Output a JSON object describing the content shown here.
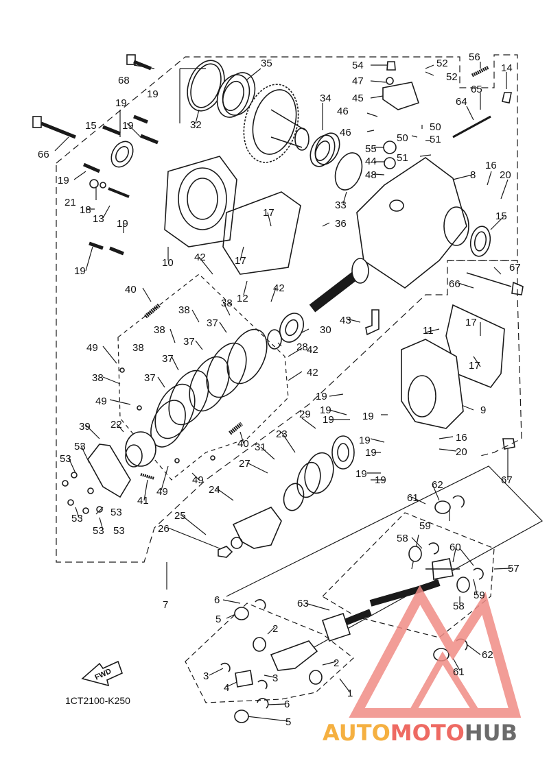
{
  "diagram": {
    "reference_code": "1CT2100-K250",
    "fwd_label": "FWD",
    "watermark": {
      "part1": "AUTO",
      "part2": "MOTO",
      "part3": "HUB",
      "colors": {
        "auto": "#f5b041",
        "moto": "#ee6a63",
        "hub": "#6b6b6b",
        "logo": "#f08c86"
      }
    },
    "line_color": "#1a1a1a"
  },
  "labels": [
    {
      "id": "68",
      "t": "68"
    },
    {
      "id": "35",
      "t": "35"
    },
    {
      "id": "32",
      "t": "32"
    },
    {
      "id": "19a",
      "t": "19"
    },
    {
      "id": "19b",
      "t": "19"
    },
    {
      "id": "19c",
      "t": "19"
    },
    {
      "id": "15a",
      "t": "15"
    },
    {
      "id": "66a",
      "t": "66"
    },
    {
      "id": "34",
      "t": "34"
    },
    {
      "id": "54",
      "t": "54"
    },
    {
      "id": "52a",
      "t": "52"
    },
    {
      "id": "52b",
      "t": "52"
    },
    {
      "id": "56",
      "t": "56"
    },
    {
      "id": "14",
      "t": "14"
    },
    {
      "id": "47",
      "t": "47"
    },
    {
      "id": "45",
      "t": "45"
    },
    {
      "id": "65",
      "t": "65"
    },
    {
      "id": "64",
      "t": "64"
    },
    {
      "id": "46a",
      "t": "46"
    },
    {
      "id": "46b",
      "t": "46"
    },
    {
      "id": "50a",
      "t": "50"
    },
    {
      "id": "50b",
      "t": "50"
    },
    {
      "id": "51a",
      "t": "51"
    },
    {
      "id": "51b",
      "t": "51"
    },
    {
      "id": "55",
      "t": "55"
    },
    {
      "id": "44",
      "t": "44"
    },
    {
      "id": "48",
      "t": "48"
    },
    {
      "id": "16a",
      "t": "16"
    },
    {
      "id": "20a",
      "t": "20"
    },
    {
      "id": "8",
      "t": "8"
    },
    {
      "id": "19d",
      "t": "19"
    },
    {
      "id": "21",
      "t": "21"
    },
    {
      "id": "18",
      "t": "18"
    },
    {
      "id": "13",
      "t": "13"
    },
    {
      "id": "17a",
      "t": "17"
    },
    {
      "id": "17b",
      "t": "17"
    },
    {
      "id": "33",
      "t": "33"
    },
    {
      "id": "36",
      "t": "36"
    },
    {
      "id": "15b",
      "t": "15"
    },
    {
      "id": "19e",
      "t": "19"
    },
    {
      "id": "19f",
      "t": "19"
    },
    {
      "id": "10",
      "t": "10"
    },
    {
      "id": "42a",
      "t": "42"
    },
    {
      "id": "12",
      "t": "12"
    },
    {
      "id": "67a",
      "t": "67"
    },
    {
      "id": "66b",
      "t": "66"
    },
    {
      "id": "40a",
      "t": "40"
    },
    {
      "id": "42b",
      "t": "42"
    },
    {
      "id": "38a",
      "t": "38"
    },
    {
      "id": "43",
      "t": "43"
    },
    {
      "id": "17c",
      "t": "17"
    },
    {
      "id": "11",
      "t": "11"
    },
    {
      "id": "38b",
      "t": "38"
    },
    {
      "id": "37a",
      "t": "37"
    },
    {
      "id": "30",
      "t": "30"
    },
    {
      "id": "38c",
      "t": "38"
    },
    {
      "id": "28",
      "t": "28"
    },
    {
      "id": "49a",
      "t": "49"
    },
    {
      "id": "37b",
      "t": "37"
    },
    {
      "id": "38d",
      "t": "38"
    },
    {
      "id": "42c",
      "t": "42"
    },
    {
      "id": "17d",
      "t": "17"
    },
    {
      "id": "37c",
      "t": "37"
    },
    {
      "id": "38e",
      "t": "38"
    },
    {
      "id": "42d",
      "t": "42"
    },
    {
      "id": "37d",
      "t": "37"
    },
    {
      "id": "19g",
      "t": "19"
    },
    {
      "id": "49b",
      "t": "49"
    },
    {
      "id": "19h",
      "t": "19"
    },
    {
      "id": "19i",
      "t": "19"
    },
    {
      "id": "9",
      "t": "9"
    },
    {
      "id": "39",
      "t": "39"
    },
    {
      "id": "22",
      "t": "22"
    },
    {
      "id": "29",
      "t": "29"
    },
    {
      "id": "19j",
      "t": "19"
    },
    {
      "id": "40b",
      "t": "40"
    },
    {
      "id": "23",
      "t": "23"
    },
    {
      "id": "19k",
      "t": "19"
    },
    {
      "id": "16b",
      "t": "16"
    },
    {
      "id": "53a",
      "t": "53"
    },
    {
      "id": "53b",
      "t": "53"
    },
    {
      "id": "31",
      "t": "31"
    },
    {
      "id": "19l",
      "t": "19"
    },
    {
      "id": "20b",
      "t": "20"
    },
    {
      "id": "27",
      "t": "27"
    },
    {
      "id": "19m",
      "t": "19"
    },
    {
      "id": "49c",
      "t": "49"
    },
    {
      "id": "49d",
      "t": "49"
    },
    {
      "id": "41",
      "t": "41"
    },
    {
      "id": "19n",
      "t": "19"
    },
    {
      "id": "67b",
      "t": "67"
    },
    {
      "id": "24",
      "t": "24"
    },
    {
      "id": "62a",
      "t": "62"
    },
    {
      "id": "61a",
      "t": "61"
    },
    {
      "id": "53c",
      "t": "53"
    },
    {
      "id": "53d",
      "t": "53"
    },
    {
      "id": "53e",
      "t": "53"
    },
    {
      "id": "25",
      "t": "25"
    },
    {
      "id": "59a",
      "t": "59"
    },
    {
      "id": "53f",
      "t": "53"
    },
    {
      "id": "26",
      "t": "26"
    },
    {
      "id": "58a",
      "t": "58"
    },
    {
      "id": "60",
      "t": "60"
    },
    {
      "id": "57",
      "t": "57"
    },
    {
      "id": "59b",
      "t": "59"
    },
    {
      "id": "7",
      "t": "7"
    },
    {
      "id": "58b",
      "t": "58"
    },
    {
      "id": "6a",
      "t": "6"
    },
    {
      "id": "63",
      "t": "63"
    },
    {
      "id": "5a",
      "t": "5"
    },
    {
      "id": "2a",
      "t": "2"
    },
    {
      "id": "62b",
      "t": "62"
    },
    {
      "id": "61b",
      "t": "61"
    },
    {
      "id": "2b",
      "t": "2"
    },
    {
      "id": "3a",
      "t": "3"
    },
    {
      "id": "3b",
      "t": "3"
    },
    {
      "id": "4",
      "t": "4"
    },
    {
      "id": "1",
      "t": "1"
    },
    {
      "id": "6b",
      "t": "6"
    },
    {
      "id": "5b",
      "t": "5"
    }
  ]
}
